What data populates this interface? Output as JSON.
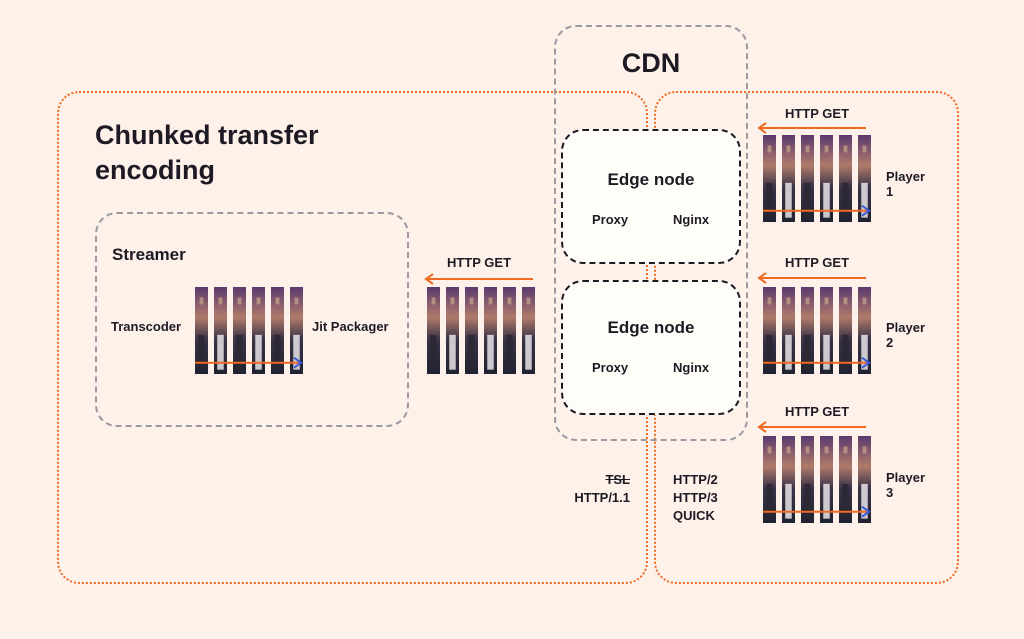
{
  "main_group": {
    "title": "Chunked transfer encoding"
  },
  "cdn": {
    "title": "CDN"
  },
  "streamer": {
    "title": "Streamer",
    "left_label": "Transcoder",
    "right_label": "Jit Packager"
  },
  "edge_nodes": [
    {
      "title": "Edge node",
      "left": "Proxy",
      "right": "Nginx"
    },
    {
      "title": "Edge node",
      "left": "Proxy",
      "right": "Nginx"
    }
  ],
  "requests": {
    "streamer_get": "HTTP GET",
    "player_gets": [
      "HTTP GET",
      "HTTP GET",
      "HTTP GET"
    ]
  },
  "players": [
    {
      "label_line1": "Player",
      "label_line2": "1"
    },
    {
      "label_line1": "Player",
      "label_line2": "2"
    },
    {
      "label_line1": "Player",
      "label_line2": "3"
    }
  ],
  "protocols": {
    "left": {
      "struck": "TSL",
      "line2": "HTTP/1.1"
    },
    "right": [
      "HTTP/2",
      "HTTP/3",
      "QUICK"
    ]
  },
  "colors": {
    "orange": "#f06a1f",
    "blue": "#3b5bdb",
    "background": "#fdf1ea",
    "edge_fill": "#fffdf8"
  },
  "icons": {
    "video_strip": "video-frame-strip-icon",
    "arrow_left": "arrow-left-icon",
    "arrow_right": "arrow-right-icon"
  }
}
